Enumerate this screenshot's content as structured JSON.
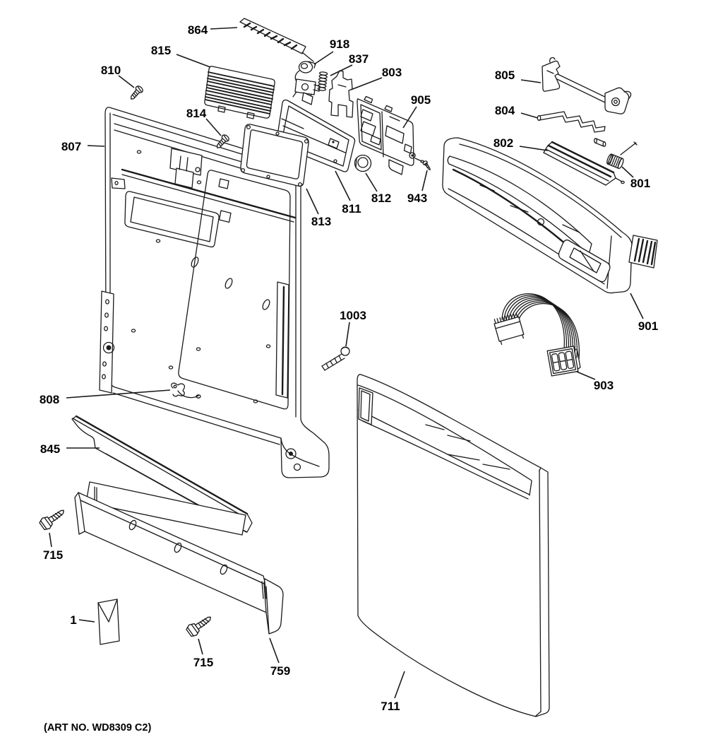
{
  "figure": {
    "type": "exploded-parts-diagram",
    "art_no": "(ART NO. WD8309 C2)",
    "background_color": "#ffffff",
    "line_color": "#1a1a1a",
    "label_color": "#000000"
  },
  "callouts": [
    {
      "label": "864"
    },
    {
      "label": "815"
    },
    {
      "label": "810"
    },
    {
      "label": "807"
    },
    {
      "label": "814"
    },
    {
      "label": "918"
    },
    {
      "label": "837"
    },
    {
      "label": "803"
    },
    {
      "label": "905"
    },
    {
      "label": "805"
    },
    {
      "label": "804"
    },
    {
      "label": "802"
    },
    {
      "label": "801"
    },
    {
      "label": "812"
    },
    {
      "label": "943"
    },
    {
      "label": "811"
    },
    {
      "label": "813"
    },
    {
      "label": "901"
    },
    {
      "label": "903"
    },
    {
      "label": "1003"
    },
    {
      "label": "808"
    },
    {
      "label": "845"
    },
    {
      "label": "715"
    },
    {
      "label": "1"
    },
    {
      "label": "715"
    },
    {
      "label": "759"
    },
    {
      "label": "711"
    }
  ]
}
